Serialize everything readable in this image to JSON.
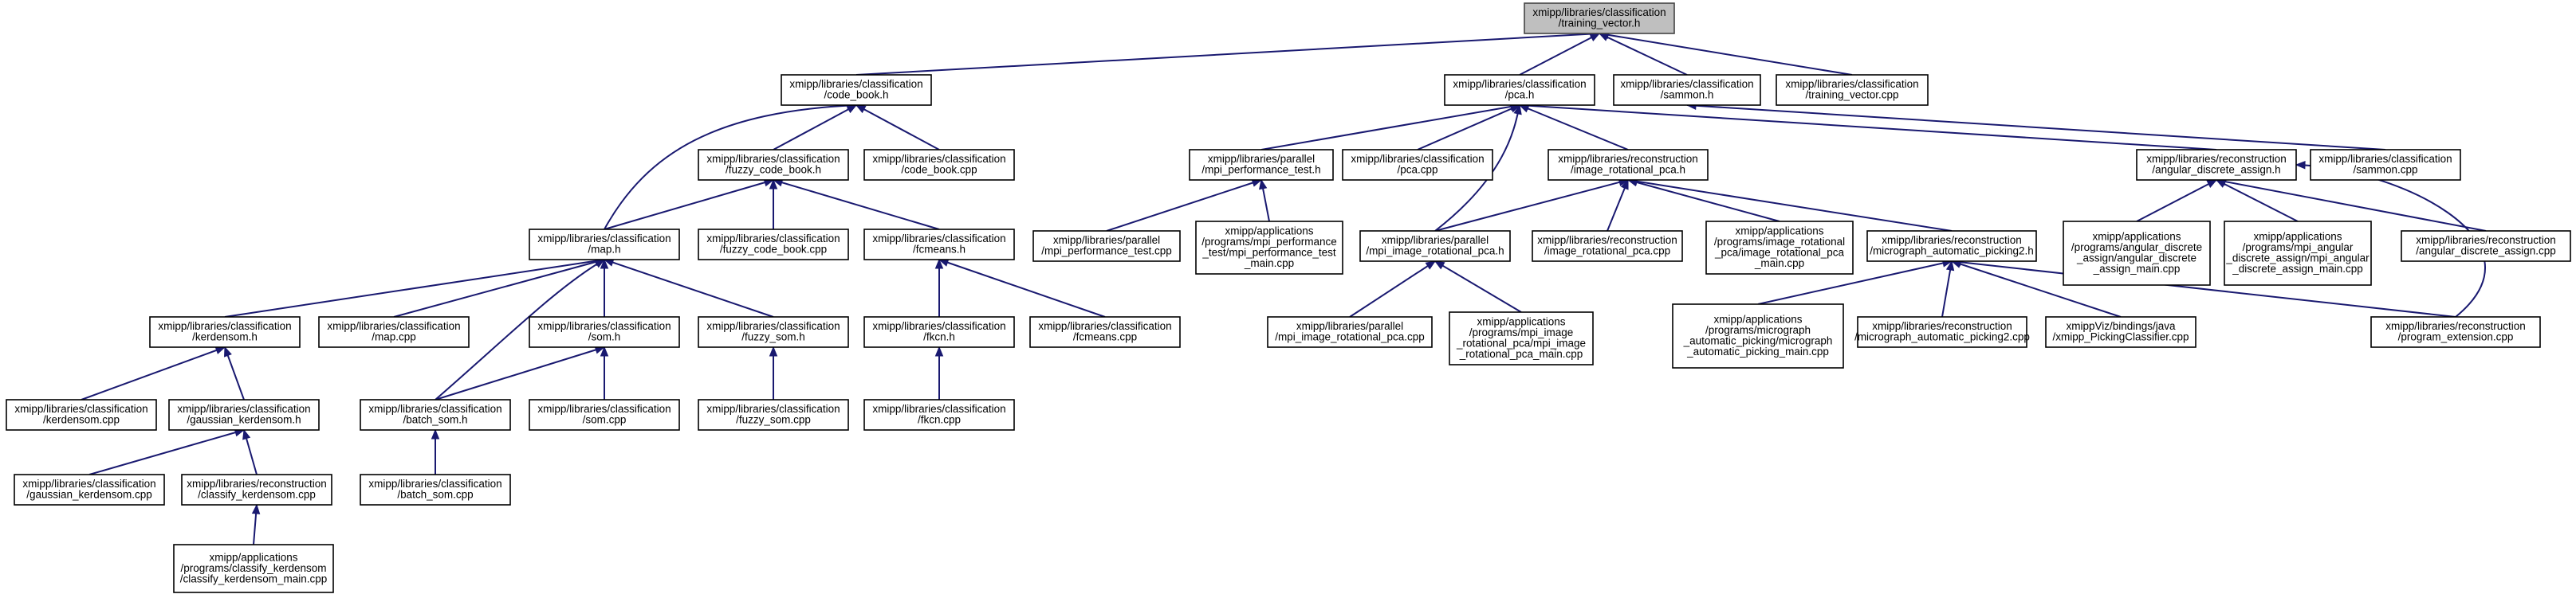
{
  "colors": {
    "edge": "#191970",
    "node_border": "#000000",
    "root_fill": "#bfbfbf",
    "node_fill": "#ffffff"
  },
  "nodes": [
    {
      "id": "training_vector_h",
      "lines": [
        "xmipp/libraries/classification",
        "/training_vector.h"
      ],
      "root": true
    },
    {
      "id": "code_book_h",
      "lines": [
        "xmipp/libraries/classification",
        "/code_book.h"
      ]
    },
    {
      "id": "pca_h",
      "lines": [
        "xmipp/libraries/classification",
        "/pca.h"
      ]
    },
    {
      "id": "sammon_h",
      "lines": [
        "xmipp/libraries/classification",
        "/sammon.h"
      ]
    },
    {
      "id": "training_vector_cpp",
      "lines": [
        "xmipp/libraries/classification",
        "/training_vector.cpp"
      ]
    },
    {
      "id": "fuzzy_code_book_h",
      "lines": [
        "xmipp/libraries/classification",
        "/fuzzy_code_book.h"
      ]
    },
    {
      "id": "code_book_cpp",
      "lines": [
        "xmipp/libraries/classification",
        "/code_book.cpp"
      ]
    },
    {
      "id": "mpi_performance_test_h",
      "lines": [
        "xmipp/libraries/parallel",
        "/mpi_performance_test.h"
      ]
    },
    {
      "id": "pca_cpp",
      "lines": [
        "xmipp/libraries/classification",
        "/pca.cpp"
      ]
    },
    {
      "id": "image_rotational_pca_h",
      "lines": [
        "xmipp/libraries/reconstruction",
        "/image_rotational_pca.h"
      ]
    },
    {
      "id": "angular_discrete_assign_h",
      "lines": [
        "xmipp/libraries/reconstruction",
        "/angular_discrete_assign.h"
      ]
    },
    {
      "id": "sammon_cpp",
      "lines": [
        "xmipp/libraries/classification",
        "/sammon.cpp"
      ]
    },
    {
      "id": "map_h",
      "lines": [
        "xmipp/libraries/classification",
        "/map.h"
      ]
    },
    {
      "id": "fuzzy_code_book_cpp",
      "lines": [
        "xmipp/libraries/classification",
        "/fuzzy_code_book.cpp"
      ]
    },
    {
      "id": "fcmeans_h",
      "lines": [
        "xmipp/libraries/classification",
        "/fcmeans.h"
      ]
    },
    {
      "id": "mpi_performance_test_cpp",
      "lines": [
        "xmipp/libraries/parallel",
        "/mpi_performance_test.cpp"
      ]
    },
    {
      "id": "mpi_performance_test_main_cpp",
      "lines": [
        "xmipp/applications",
        "/programs/mpi_performance",
        "_test/mpi_performance_test",
        "_main.cpp"
      ]
    },
    {
      "id": "mpi_image_rotational_pca_h",
      "lines": [
        "xmipp/libraries/parallel",
        "/mpi_image_rotational_pca.h"
      ]
    },
    {
      "id": "image_rotational_pca_cpp",
      "lines": [
        "xmipp/libraries/reconstruction",
        "/image_rotational_pca.cpp"
      ]
    },
    {
      "id": "image_rotational_pca_main_cpp",
      "lines": [
        "xmipp/applications",
        "/programs/image_rotational",
        "_pca/image_rotational_pca",
        "_main.cpp"
      ]
    },
    {
      "id": "micrograph_automatic_picking2_h",
      "lines": [
        "xmipp/libraries/reconstruction",
        "/micrograph_automatic_picking2.h"
      ]
    },
    {
      "id": "angular_discrete_assign_main_cpp",
      "lines": [
        "xmipp/applications",
        "/programs/angular_discrete",
        "_assign/angular_discrete",
        "_assign_main.cpp"
      ]
    },
    {
      "id": "mpi_angular_discrete_assign_main_cpp",
      "lines": [
        "xmipp/applications",
        "/programs/mpi_angular",
        "_discrete_assign/mpi_angular",
        "_discrete_assign_main.cpp"
      ]
    },
    {
      "id": "angular_discrete_assign_cpp",
      "lines": [
        "xmipp/libraries/reconstruction",
        "/angular_discrete_assign.cpp"
      ]
    },
    {
      "id": "kerdensom_h",
      "lines": [
        "xmipp/libraries/classification",
        "/kerdensom.h"
      ]
    },
    {
      "id": "map_cpp",
      "lines": [
        "xmipp/libraries/classification",
        "/map.cpp"
      ]
    },
    {
      "id": "som_h",
      "lines": [
        "xmipp/libraries/classification",
        "/som.h"
      ]
    },
    {
      "id": "fuzzy_som_h",
      "lines": [
        "xmipp/libraries/classification",
        "/fuzzy_som.h"
      ]
    },
    {
      "id": "fkcn_h",
      "lines": [
        "xmipp/libraries/classification",
        "/fkcn.h"
      ]
    },
    {
      "id": "fcmeans_cpp",
      "lines": [
        "xmipp/libraries/classification",
        "/fcmeans.cpp"
      ]
    },
    {
      "id": "mpi_image_rotational_pca_cpp",
      "lines": [
        "xmipp/libraries/parallel",
        "/mpi_image_rotational_pca.cpp"
      ]
    },
    {
      "id": "mpi_image_rotational_pca_main_cpp",
      "lines": [
        "xmipp/applications",
        "/programs/mpi_image",
        "_rotational_pca/mpi_image",
        "_rotational_pca_main.cpp"
      ]
    },
    {
      "id": "micrograph_automatic_picking_main_cpp",
      "lines": [
        "xmipp/applications",
        "/programs/micrograph",
        "_automatic_picking/micrograph",
        "_automatic_picking_main.cpp"
      ]
    },
    {
      "id": "micrograph_automatic_picking2_cpp",
      "lines": [
        "xmipp/libraries/reconstruction",
        "/micrograph_automatic_picking2.cpp"
      ]
    },
    {
      "id": "xmipp_PickingClassifier_cpp",
      "lines": [
        "xmippViz/bindings/java",
        "/xmipp_PickingClassifier.cpp"
      ]
    },
    {
      "id": "program_extension_cpp",
      "lines": [
        "xmipp/libraries/reconstruction",
        "/program_extension.cpp"
      ]
    },
    {
      "id": "kerdensom_cpp",
      "lines": [
        "xmipp/libraries/classification",
        "/kerdensom.cpp"
      ]
    },
    {
      "id": "gaussian_kerdensom_h",
      "lines": [
        "xmipp/libraries/classification",
        "/gaussian_kerdensom.h"
      ]
    },
    {
      "id": "batch_som_h",
      "lines": [
        "xmipp/libraries/classification",
        "/batch_som.h"
      ]
    },
    {
      "id": "som_cpp",
      "lines": [
        "xmipp/libraries/classification",
        "/som.cpp"
      ]
    },
    {
      "id": "fuzzy_som_cpp",
      "lines": [
        "xmipp/libraries/classification",
        "/fuzzy_som.cpp"
      ]
    },
    {
      "id": "fkcn_cpp",
      "lines": [
        "xmipp/libraries/classification",
        "/fkcn.cpp"
      ]
    },
    {
      "id": "gaussian_kerdensom_cpp",
      "lines": [
        "xmipp/libraries/classification",
        "/gaussian_kerdensom.cpp"
      ]
    },
    {
      "id": "classify_kerdensom_cpp",
      "lines": [
        "xmipp/libraries/reconstruction",
        "/classify_kerdensom.cpp"
      ]
    },
    {
      "id": "batch_som_cpp",
      "lines": [
        "xmipp/libraries/classification",
        "/batch_som.cpp"
      ]
    },
    {
      "id": "classify_kerdensom_main_cpp",
      "lines": [
        "xmipp/applications",
        "/programs/classify_kerdensom",
        "/classify_kerdensom_main.cpp"
      ]
    }
  ],
  "edges": [
    [
      "code_book_h",
      "training_vector_h"
    ],
    [
      "pca_h",
      "training_vector_h"
    ],
    [
      "sammon_h",
      "training_vector_h"
    ],
    [
      "training_vector_cpp",
      "training_vector_h"
    ],
    [
      "fuzzy_code_book_h",
      "code_book_h"
    ],
    [
      "code_book_cpp",
      "code_book_h"
    ],
    [
      "map_h",
      "code_book_h"
    ],
    [
      "mpi_performance_test_h",
      "pca_h"
    ],
    [
      "pca_cpp",
      "pca_h"
    ],
    [
      "image_rotational_pca_h",
      "pca_h"
    ],
    [
      "angular_discrete_assign_h",
      "pca_h"
    ],
    [
      "mpi_image_rotational_pca_h",
      "pca_h"
    ],
    [
      "sammon_cpp",
      "sammon_h"
    ],
    [
      "map_h",
      "fuzzy_code_book_h"
    ],
    [
      "fuzzy_code_book_cpp",
      "fuzzy_code_book_h"
    ],
    [
      "fcmeans_h",
      "fuzzy_code_book_h"
    ],
    [
      "mpi_performance_test_cpp",
      "mpi_performance_test_h"
    ],
    [
      "mpi_performance_test_main_cpp",
      "mpi_performance_test_h"
    ],
    [
      "mpi_image_rotational_pca_h",
      "image_rotational_pca_h"
    ],
    [
      "image_rotational_pca_cpp",
      "image_rotational_pca_h"
    ],
    [
      "image_rotational_pca_main_cpp",
      "image_rotational_pca_h"
    ],
    [
      "micrograph_automatic_picking2_h",
      "image_rotational_pca_h"
    ],
    [
      "angular_discrete_assign_main_cpp",
      "angular_discrete_assign_h"
    ],
    [
      "mpi_angular_discrete_assign_main_cpp",
      "angular_discrete_assign_h"
    ],
    [
      "angular_discrete_assign_cpp",
      "angular_discrete_assign_h"
    ],
    [
      "program_extension_cpp",
      "angular_discrete_assign_h"
    ],
    [
      "kerdensom_h",
      "map_h"
    ],
    [
      "map_cpp",
      "map_h"
    ],
    [
      "som_h",
      "map_h"
    ],
    [
      "fuzzy_som_h",
      "map_h"
    ],
    [
      "batch_som_h",
      "map_h"
    ],
    [
      "fkcn_h",
      "fcmeans_h"
    ],
    [
      "fcmeans_cpp",
      "fcmeans_h"
    ],
    [
      "mpi_image_rotational_pca_cpp",
      "mpi_image_rotational_pca_h"
    ],
    [
      "mpi_image_rotational_pca_main_cpp",
      "mpi_image_rotational_pca_h"
    ],
    [
      "micrograph_automatic_picking_main_cpp",
      "micrograph_automatic_picking2_h"
    ],
    [
      "micrograph_automatic_picking2_cpp",
      "micrograph_automatic_picking2_h"
    ],
    [
      "xmipp_PickingClassifier_cpp",
      "micrograph_automatic_picking2_h"
    ],
    [
      "program_extension_cpp",
      "micrograph_automatic_picking2_h"
    ],
    [
      "kerdensom_cpp",
      "kerdensom_h"
    ],
    [
      "gaussian_kerdensom_h",
      "kerdensom_h"
    ],
    [
      "batch_som_h",
      "som_h"
    ],
    [
      "som_cpp",
      "som_h"
    ],
    [
      "fuzzy_som_cpp",
      "fuzzy_som_h"
    ],
    [
      "fkcn_cpp",
      "fkcn_h"
    ],
    [
      "gaussian_kerdensom_cpp",
      "gaussian_kerdensom_h"
    ],
    [
      "classify_kerdensom_cpp",
      "gaussian_kerdensom_h"
    ],
    [
      "batch_som_cpp",
      "batch_som_h"
    ],
    [
      "classify_kerdensom_main_cpp",
      "classify_kerdensom_cpp"
    ]
  ]
}
